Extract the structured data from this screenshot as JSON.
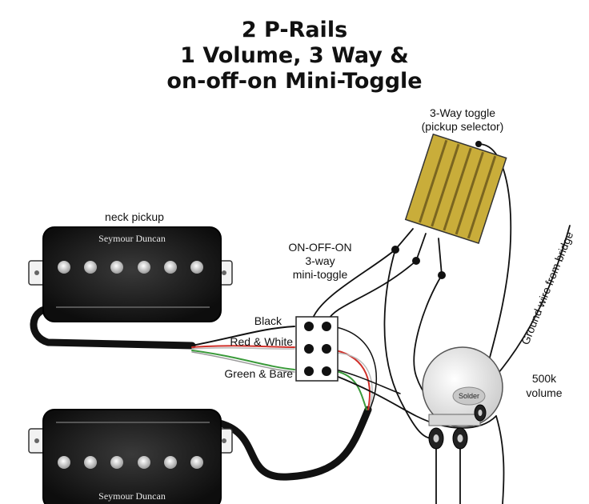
{
  "title": {
    "line1": "2 P-Rails",
    "line2": "1 Volume, 3 Way &",
    "line3": "on-off-on Mini-Toggle"
  },
  "labels": {
    "neck_pickup": "neck pickup",
    "bridge_brand": "Seymour Duncan",
    "neck_brand": "Seymour Duncan",
    "toggle3way_line1": "3-Way toggle",
    "toggle3way_line2": "(pickup selector)",
    "mini_line1": "ON-OFF-ON",
    "mini_line2": "3-way",
    "mini_line3": "mini-toggle",
    "wire_black": "Black",
    "wire_red_white": "Red & White",
    "wire_green_bare": "Green & Bare",
    "ground_wire": "Ground wire from bridge",
    "volume_line1": "500k",
    "volume_line2": "volume",
    "solder": "Solder"
  },
  "colors": {
    "pickup_body": "#1a1a1a",
    "toggle_yellow": "#c9ad3a",
    "wire_red": "#d0302a",
    "wire_green": "#3a9a3a",
    "pot_body": "#eeeeee"
  }
}
